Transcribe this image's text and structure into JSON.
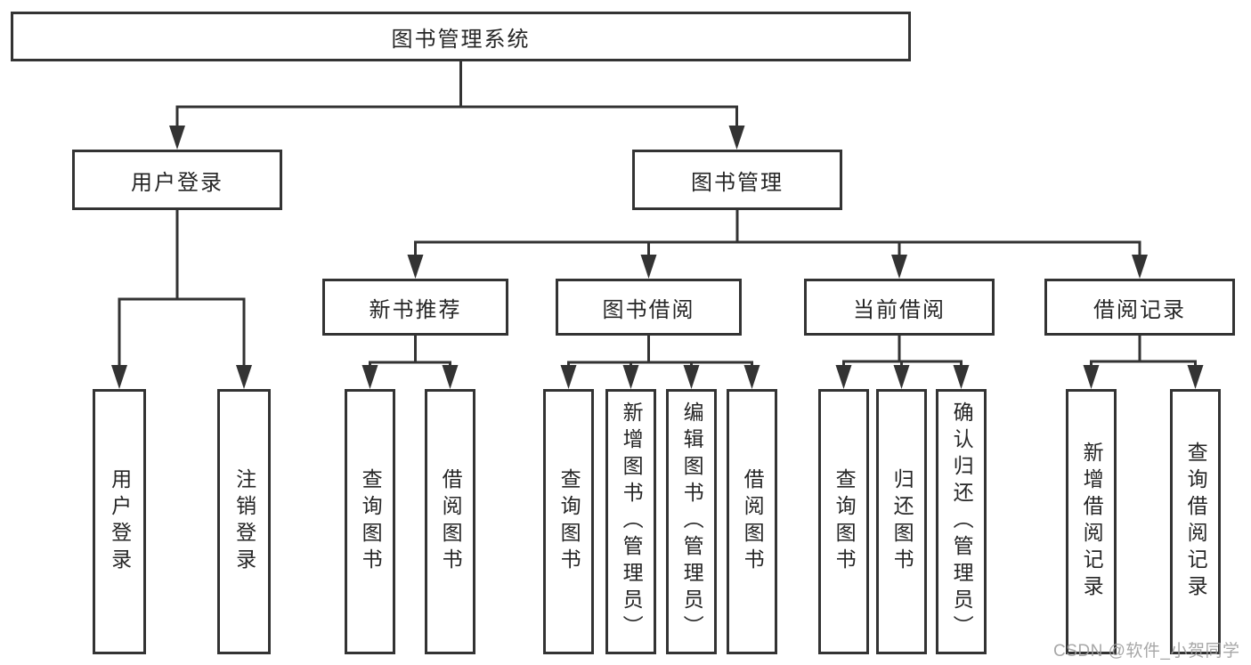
{
  "colors": {
    "line": "#333333",
    "box_border": "#333333",
    "text": "#262626",
    "watermark": "#9e9e9e",
    "background": "#ffffff"
  },
  "tree": {
    "root": {
      "label": "图书管理系统",
      "children": [
        {
          "label": "用户登录",
          "children": [
            {
              "label": "用户登录"
            },
            {
              "label": "注销登录"
            }
          ]
        },
        {
          "label": "图书管理",
          "children": [
            {
              "label": "新书推荐",
              "children": [
                {
                  "label": "查询图书"
                },
                {
                  "label": "借阅图书"
                }
              ]
            },
            {
              "label": "图书借阅",
              "children": [
                {
                  "label": "查询图书"
                },
                {
                  "label": "新增图书（管理员）"
                },
                {
                  "label": "编辑图书（管理员）"
                },
                {
                  "label": "借阅图书"
                }
              ]
            },
            {
              "label": "当前借阅",
              "children": [
                {
                  "label": "查询图书"
                },
                {
                  "label": "归还图书"
                },
                {
                  "label": "确认归还（管理员）"
                }
              ]
            },
            {
              "label": "借阅记录",
              "children": [
                {
                  "label": "新增借阅记录"
                },
                {
                  "label": "查询借阅记录"
                }
              ]
            }
          ]
        }
      ]
    }
  },
  "watermark": {
    "text": "CSDN @软件_小贺同学"
  }
}
